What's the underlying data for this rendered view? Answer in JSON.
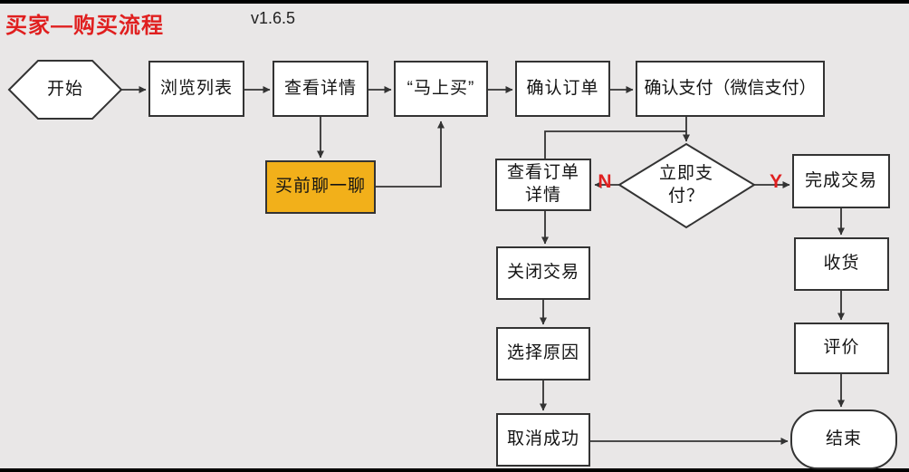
{
  "page": {
    "title": "买家—购买流程",
    "version": "v1.6.5"
  },
  "colors": {
    "background": "#E9E7E7",
    "box_fill": "#FFFFFF",
    "box_border": "#333333",
    "highlight_fill": "#F2B01A",
    "accent_red": "#E02020",
    "top_bottom_bar": "#000000"
  },
  "nodes": {
    "start": {
      "label": "开始",
      "shape": "hexagon"
    },
    "browse_list": {
      "label": "浏览列表",
      "shape": "rect"
    },
    "view_detail": {
      "label": "查看详情",
      "shape": "rect"
    },
    "buy_now": {
      "label": "“马上买”",
      "shape": "rect"
    },
    "confirm_order": {
      "label": "确认订单",
      "shape": "rect"
    },
    "confirm_pay": {
      "label": "确认支付（微信支付）",
      "shape": "rect"
    },
    "chat_before_buy": {
      "label": "买前聊一聊",
      "shape": "rect",
      "fill": "#F2B01A"
    },
    "pay_now_decision": {
      "label": "立即支付？",
      "line1": "立即支",
      "line2": "付？",
      "shape": "diamond"
    },
    "view_order_detail": {
      "label": "查看订单详情",
      "line1": "查看订单",
      "line2": "详情",
      "shape": "rect"
    },
    "complete_trade": {
      "label": "完成交易",
      "shape": "rect"
    },
    "close_trade": {
      "label": "关闭交易",
      "shape": "rect"
    },
    "receive_goods": {
      "label": "收货",
      "shape": "rect"
    },
    "choose_reason": {
      "label": "选择原因",
      "shape": "rect"
    },
    "review": {
      "label": "评价",
      "shape": "rect"
    },
    "cancel_success": {
      "label": "取消成功",
      "shape": "rect"
    },
    "end": {
      "label": "结束",
      "shape": "stadium"
    }
  },
  "edge_labels": {
    "no": "N",
    "yes": "Y"
  },
  "flow": [
    {
      "from": "开始",
      "to": "浏览列表"
    },
    {
      "from": "浏览列表",
      "to": "查看详情"
    },
    {
      "from": "查看详情",
      "to": "“马上买”"
    },
    {
      "from": "查看详情",
      "to": "买前聊一聊"
    },
    {
      "from": "买前聊一聊",
      "to": "“马上买”"
    },
    {
      "from": "“马上买”",
      "to": "确认订单"
    },
    {
      "from": "确认订单",
      "to": "确认支付（微信支付）"
    },
    {
      "from": "确认支付（微信支付）",
      "to": "立即支付？"
    },
    {
      "from": "查看订单详情",
      "to": "立即支付？"
    },
    {
      "from": "立即支付？",
      "to": "查看订单详情",
      "label": "N"
    },
    {
      "from": "立即支付？",
      "to": "完成交易",
      "label": "Y"
    },
    {
      "from": "查看订单详情",
      "to": "关闭交易"
    },
    {
      "from": "关闭交易",
      "to": "选择原因"
    },
    {
      "from": "选择原因",
      "to": "取消成功"
    },
    {
      "from": "取消成功",
      "to": "结束"
    },
    {
      "from": "完成交易",
      "to": "收货"
    },
    {
      "from": "收货",
      "to": "评价"
    },
    {
      "from": "评价",
      "to": "结束"
    }
  ]
}
